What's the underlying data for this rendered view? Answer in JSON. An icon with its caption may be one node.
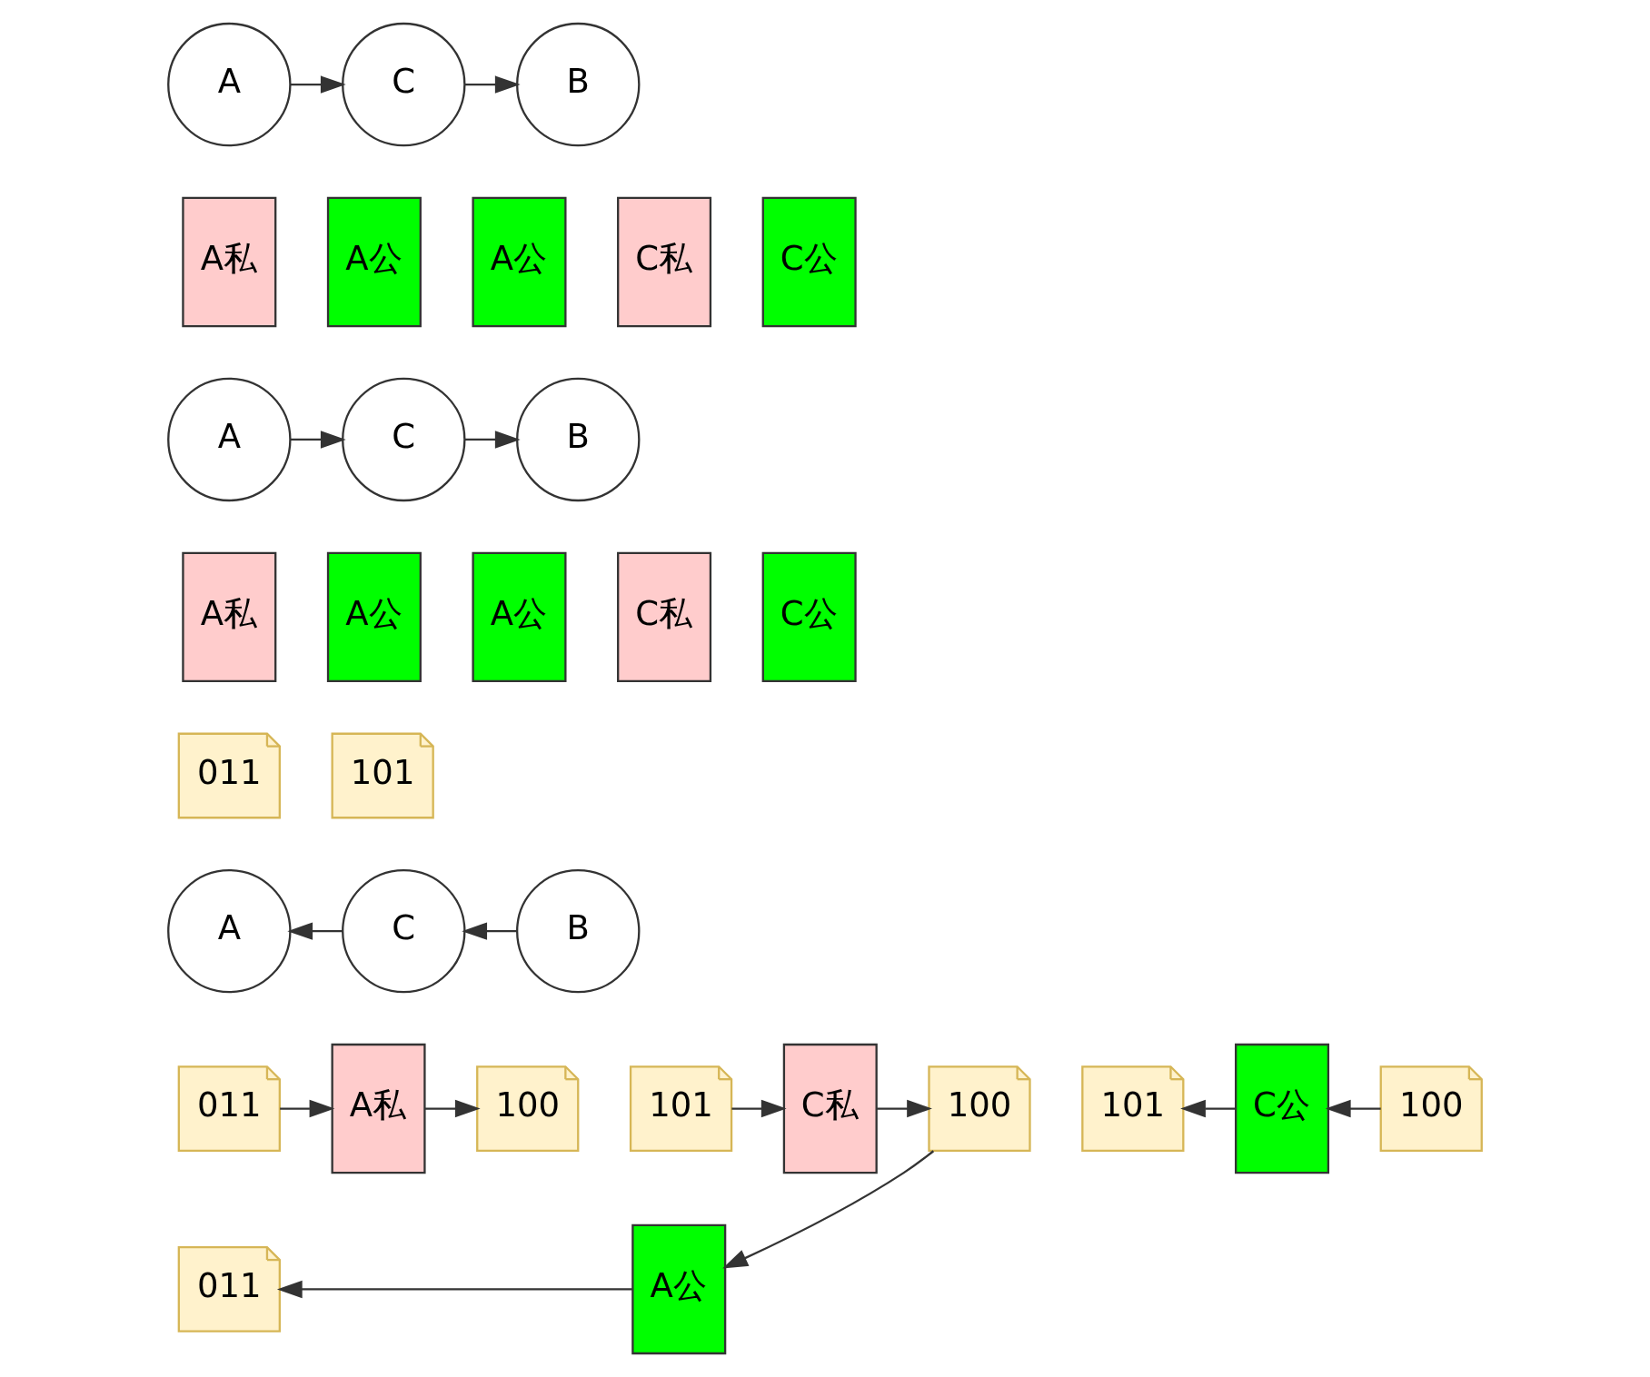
{
  "diagram": {
    "nodes": [
      {
        "text": [
          "A"
        ]
      },
      {
        "text": [
          "C"
        ]
      },
      {
        "text": [
          "B"
        ]
      },
      {
        "text": [
          "A私"
        ]
      },
      {
        "text": [
          "A公"
        ]
      },
      {
        "text": [
          "A公"
        ]
      },
      {
        "text": [
          "C私"
        ]
      },
      {
        "text": [
          "C公"
        ]
      },
      {
        "text": [
          "A"
        ]
      },
      {
        "text": [
          "C"
        ]
      },
      {
        "text": [
          "B"
        ]
      },
      {
        "text": [
          "A私"
        ]
      },
      {
        "text": [
          "A公"
        ]
      },
      {
        "text": [
          "A公"
        ]
      },
      {
        "text": [
          "C私"
        ]
      },
      {
        "text": [
          "C公"
        ]
      },
      {
        "text": [
          "011"
        ]
      },
      {
        "text": [
          "101"
        ]
      },
      {
        "text": [
          "A"
        ]
      },
      {
        "text": [
          "C"
        ]
      },
      {
        "text": [
          "B"
        ]
      },
      {
        "text": [
          "011"
        ]
      },
      {
        "text": [
          "A私"
        ]
      },
      {
        "text": [
          "100"
        ]
      },
      {
        "text": [
          "101"
        ]
      },
      {
        "text": [
          "C私"
        ]
      },
      {
        "text": [
          "100"
        ]
      },
      {
        "text": [
          "101"
        ]
      },
      {
        "text": [
          "C公"
        ]
      },
      {
        "text": [
          "100"
        ]
      },
      {
        "text": [
          "011"
        ]
      },
      {
        "text": [
          "A公"
        ]
      }
    ],
    "edges": [
      {
        "from": 0,
        "to": 1,
        "arrow": "to"
      },
      {
        "from": 1,
        "to": 2,
        "arrow": "to"
      },
      {
        "from": 8,
        "to": 9,
        "arrow": "to"
      },
      {
        "from": 9,
        "to": 10,
        "arrow": "to"
      },
      {
        "from": 20,
        "to": 19,
        "arrow": "to"
      },
      {
        "from": 19,
        "to": 18,
        "arrow": "to"
      },
      {
        "from": 21,
        "to": 22,
        "arrow": "to"
      },
      {
        "from": 22,
        "to": 23,
        "arrow": "to"
      },
      {
        "from": 24,
        "to": 25,
        "arrow": "to"
      },
      {
        "from": 25,
        "to": 26,
        "arrow": "to"
      },
      {
        "from": 26,
        "to": 31,
        "arrow": "to"
      },
      {
        "from": 31,
        "to": 30,
        "arrow": "to"
      },
      {
        "from": 29,
        "to": 28,
        "arrow": "to"
      },
      {
        "from": 28,
        "to": 27,
        "arrow": "to"
      }
    ]
  }
}
